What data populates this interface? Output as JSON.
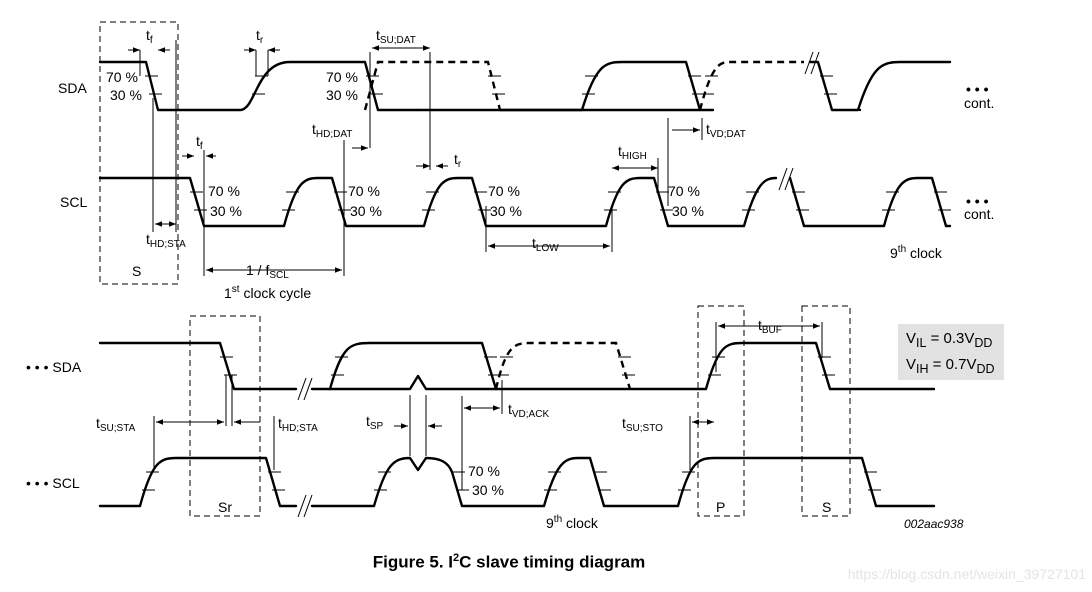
{
  "signals": {
    "sda": "SDA",
    "scl": "SCL",
    "sda_cont": "• • • SDA",
    "scl_cont": "• • • SCL",
    "dots": "• • •",
    "cont": "cont."
  },
  "thresholds": {
    "high": "70 %",
    "low": "30 %"
  },
  "timing_labels": {
    "tf": [
      "t",
      "f"
    ],
    "tr": [
      "t",
      "r"
    ],
    "tsu_dat": [
      "t",
      "SU;DAT"
    ],
    "thd_dat": [
      "t",
      "HD;DAT"
    ],
    "tvd_dat": [
      "t",
      "VD;DAT"
    ],
    "thd_sta": [
      "t",
      "HD;STA"
    ],
    "thigh": [
      "t",
      "HIGH"
    ],
    "tlow": [
      "t",
      "LOW"
    ],
    "tbuf": [
      "t",
      "BUF"
    ],
    "tsu_sta": [
      "t",
      "SU;STA"
    ],
    "tsp": [
      "t",
      "SP"
    ],
    "tvd_ack": [
      "t",
      "VD;ACK"
    ],
    "tsu_sto": [
      "t",
      "SU;STO"
    ],
    "fscl": [
      "1 / f",
      "SCL"
    ]
  },
  "conditions": {
    "start": "S",
    "repeated_start": "Sr",
    "stop": "P"
  },
  "clock_labels": {
    "first_cycle": [
      "1",
      "st",
      " clock cycle"
    ],
    "ninth": [
      "9",
      "th",
      " clock"
    ]
  },
  "legend": {
    "vil": [
      "V",
      "IL",
      " = 0.3V",
      "DD"
    ],
    "vih": [
      "V",
      "IH",
      " = 0.7V",
      "DD"
    ]
  },
  "figure_id": "002aac938",
  "caption": {
    "prefix": "Figure 5. I",
    "sup": "2",
    "suffix": "C slave timing diagram"
  },
  "watermark": "https://blog.csdn.net/weixin_39727101"
}
